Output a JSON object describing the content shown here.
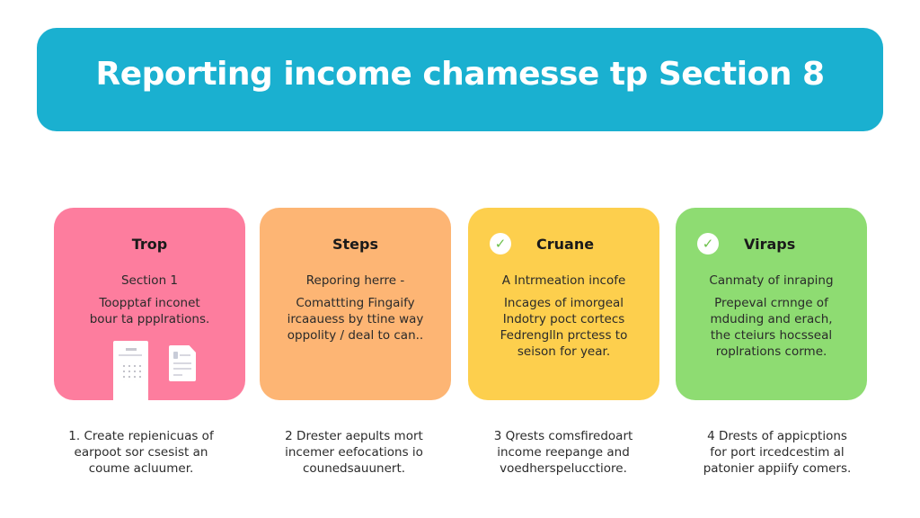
{
  "banner": {
    "title": "Reporting income chamesse tp Section 8",
    "color": "#1ab0d0"
  },
  "cards": [
    {
      "title": "Trop",
      "color": "#fd7d9e",
      "has_check": false,
      "lead": "Section 1",
      "body": [
        "Toopptaf inconet",
        "bour ta ppplrations."
      ],
      "illustration": "documents-icon"
    },
    {
      "title": "Steps",
      "color": "#fdb574",
      "has_check": false,
      "lead": "Reporing herre -",
      "body": [
        "Comattting Fingaify",
        "ircaauess by ttine way",
        "oppolity / deal to can.."
      ]
    },
    {
      "title": "Cruane",
      "color": "#fdcf4d",
      "has_check": true,
      "icon": "check-circle-icon",
      "lead": "A Intrmeation incofe",
      "body": [
        "Incages of imorgeal",
        "Indotry poct cortecs",
        "Fedrenglln prctess to",
        "seison for year."
      ]
    },
    {
      "title": "Viraps",
      "color": "#8edc72",
      "has_check": true,
      "icon": "check-circle-icon",
      "lead": "Canmaty of inraping",
      "body": [
        "Prepeval crnnge of",
        "mduding and erach,",
        "the cteiurs hocsseal",
        "roplrations corme."
      ]
    }
  ],
  "connector": {
    "icon": "arrow-right-icon",
    "color": "#8a8f98"
  },
  "steps": [
    [
      "1. Create repienicuas of",
      "earpoot sor csesist an",
      "coume acluumer."
    ],
    [
      "2 Drester aepults mort",
      "incemer eefocations io",
      "counedsauunert."
    ],
    [
      "3 Qrests comsfiredoart",
      "income reepange and",
      "voedherspelucctiore."
    ],
    [
      "4 Drests of appicptions",
      "for port ircedcestim al",
      "patonier appiify comers."
    ]
  ]
}
